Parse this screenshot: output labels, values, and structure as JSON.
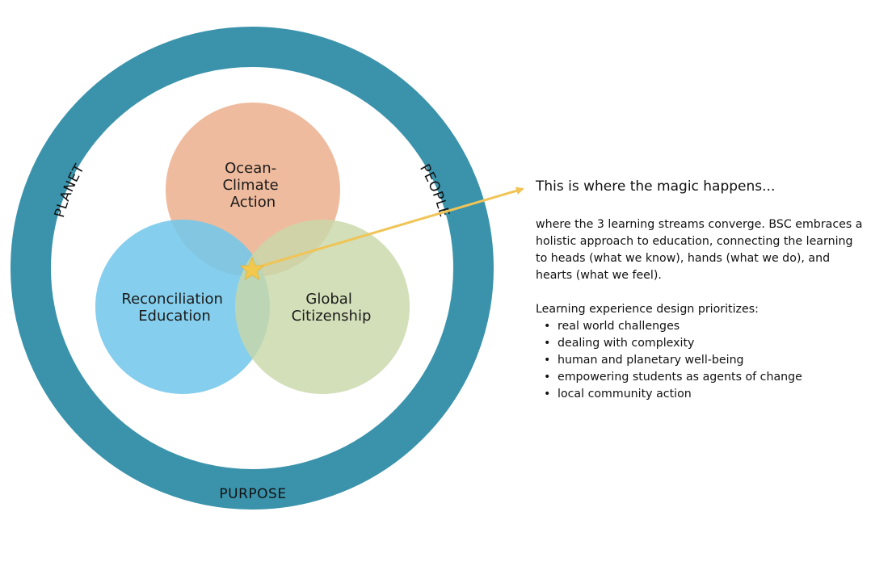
{
  "diagram": {
    "ring_labels": {
      "left": "PLANET",
      "right": "PEOPLE",
      "bottom": "PURPOSE"
    },
    "circles": {
      "top": {
        "lines": [
          "Ocean-",
          "Climate",
          "Action"
        ]
      },
      "left": {
        "lines": [
          "Reconciliation",
          "Education"
        ]
      },
      "right": {
        "lines": [
          "Global",
          "Citizenship"
        ]
      }
    },
    "colors": {
      "ring": "#3a93ab",
      "top_circle": "#eeb596",
      "left_circle": "#74c7ea",
      "right_circle": "#c8d8a8",
      "arrow": "#f0c456",
      "star": "#f3c94d"
    }
  },
  "panel": {
    "headline": "This is where the magic happens...",
    "description": "where the 3 learning streams converge. BSC embraces a holistic approach to education, connecting the learning to heads (what we know), hands (what we do), and hearts (what we feel).",
    "priorities_intro": "Learning experience design  prioritizes:",
    "priorities": [
      "real world challenges",
      "dealing with complexity",
      "human and planetary well-being",
      "empowering students as agents of change",
      "local community action"
    ]
  }
}
